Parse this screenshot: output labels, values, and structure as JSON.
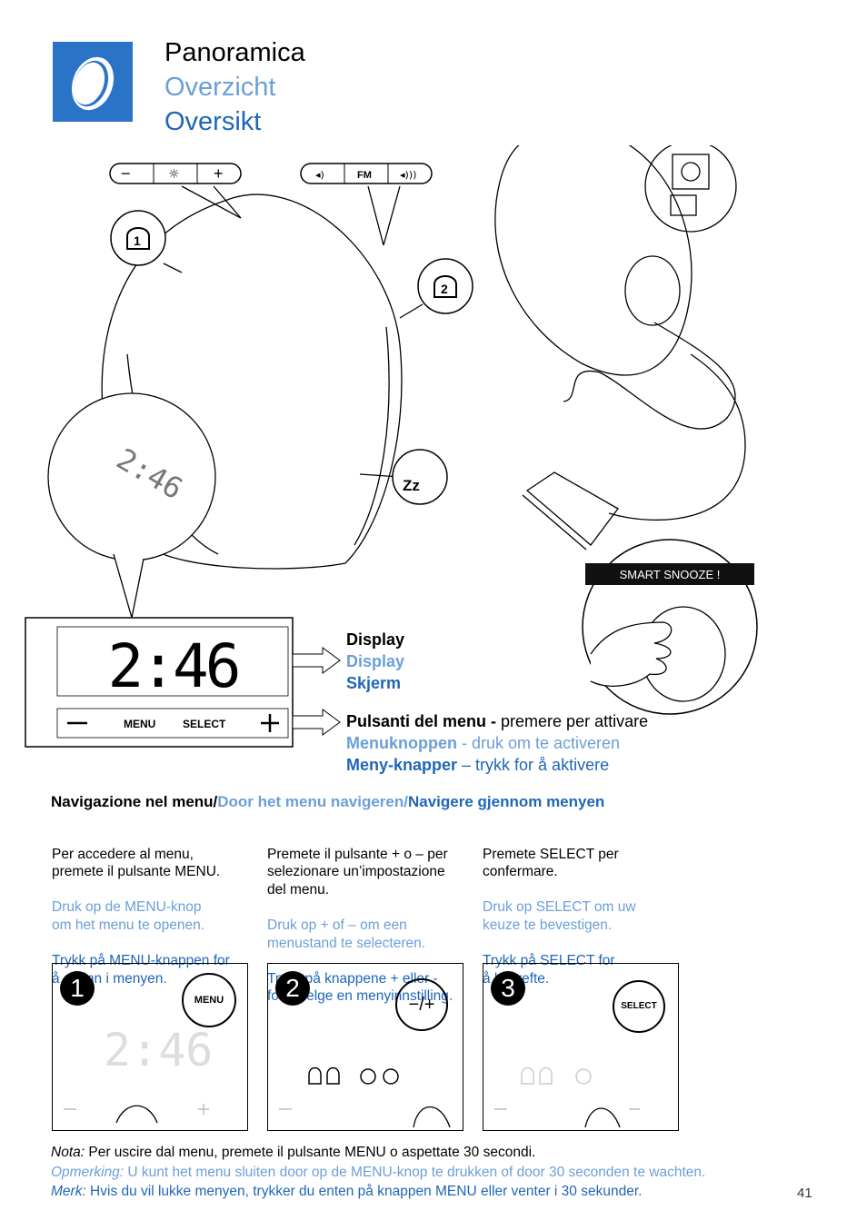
{
  "title": {
    "it": "Panoramica",
    "nl": "Overzicht",
    "no": "Oversikt"
  },
  "device": {
    "display_time": "2:46",
    "top_left_buttons": [
      "−",
      "☼",
      "+"
    ],
    "top_right_buttons": [
      "◂)",
      "FM",
      "◂)))"
    ],
    "menu_label": "MENU",
    "select_label": "SELECT",
    "smart_snooze": "SMART SNOOZE !"
  },
  "labels": {
    "display": {
      "it": "Display",
      "nl": "Display",
      "no": "Skjerm"
    },
    "menu_buttons": {
      "it_bold": "Pulsanti del menu - ",
      "it_rest": "premere per attivare",
      "nl_bold": "Menuknoppen",
      "nl_rest": " - druk om te activeren",
      "no_bold": "Meny-knapper",
      "no_rest": " – trykk for å aktivere"
    }
  },
  "navigation": {
    "heading_it": "Navigazione nel menu/",
    "heading_nl": "Door het menu navigeren/",
    "heading_no": "Navigere gjennom menyen",
    "columns": [
      {
        "it": "Per accedere al menu,\npremete il pulsante MENU.",
        "nl": "Druk op de MENU-knop\nom het menu te openen.",
        "no": "Trykk på MENU-knappen for\nå gå inn i menyen."
      },
      {
        "it": "Premete il pulsante + o – per\nselezionare un’impostazione\ndel menu.",
        "nl": "Druk op + of – om een\nmenustand te selecteren.",
        "no": "Trykk på knappene + eller -\nfor å velge en menyinnstilling."
      },
      {
        "it": "Premete SELECT per\nconfermare.",
        "nl": "Druk op SELECT om uw\nkeuze te bevestigen.",
        "no": "Trykk på SELECT for\nå bekrefte."
      }
    ],
    "steps": [
      {
        "number": "1",
        "button": "MENU"
      },
      {
        "number": "2",
        "button": "−/+"
      },
      {
        "number": "3",
        "button": "SELECT"
      }
    ]
  },
  "notes": {
    "it_label": "Nota:",
    "it_text": " Per uscire dal menu, premete il pulsante MENU o aspettate 30 secondi.",
    "nl_label": "Opmerking:",
    "nl_text": " U kunt het menu sluiten door op de MENU-knop te drukken of door 30 seconden te wachten.",
    "no_label": "Merk:",
    "no_text": " Hvis du vil lukke menyen, trykker du enten på knappen MENU eller venter i 30 sekunder."
  },
  "page_number": "41",
  "colors": {
    "accent_blue": "#2a74c8",
    "light_blue": "#6b9fd8",
    "dark_blue": "#1f66b8"
  }
}
